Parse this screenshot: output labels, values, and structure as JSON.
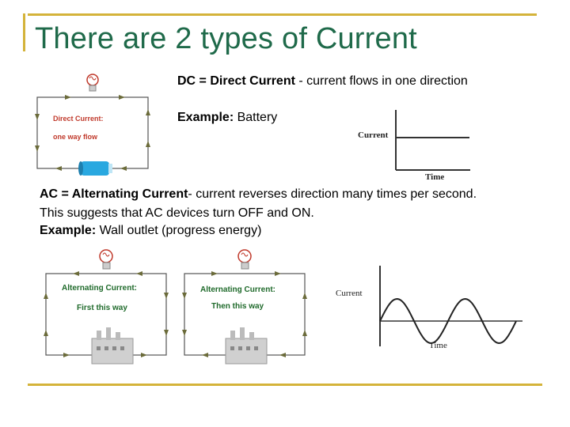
{
  "slide": {
    "title": "There are 2 types of Current",
    "dc": {
      "term": "DC = Direct Current",
      "desc": " - current flows in one direction",
      "example_label": "Example:",
      "example_value": " Battery"
    },
    "ac": {
      "term": "AC = Alternating Current",
      "desc": "- current reverses direction many times per second.",
      "line2": "This suggests that AC devices turn OFF and ON.",
      "example_label": "Example:",
      "example_value": " Wall outlet (progress energy)"
    }
  },
  "diagrams": {
    "dc_circuit": {
      "label1": "Direct Current:",
      "label2": "one way flow"
    },
    "dc_graph": {
      "ylabel": "Current",
      "xlabel": "Time"
    },
    "ac_circuit_1": {
      "label1": "Alternating Current:",
      "label2": "First this way"
    },
    "ac_circuit_2": {
      "label1": "Alternating Current:",
      "label2": "Then this way"
    },
    "ac_graph": {
      "ylabel": "Current",
      "xlabel": "Time"
    }
  },
  "colors": {
    "frame": "#d4b33a",
    "title": "#1f6a4a",
    "arrow": "#6b6b3a",
    "battery": "#29a8e0"
  }
}
